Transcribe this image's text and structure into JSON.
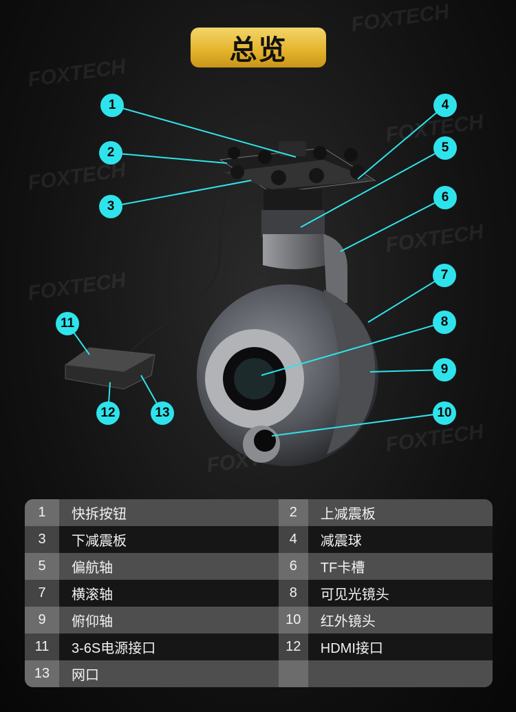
{
  "title": "总览",
  "watermark": "FOXTECH",
  "accent_color": "#2fe3ec",
  "callouts": [
    "1",
    "2",
    "3",
    "4",
    "5",
    "6",
    "7",
    "8",
    "9",
    "10",
    "11",
    "12",
    "13"
  ],
  "parts": [
    {
      "num": "1",
      "label": "快拆按钮"
    },
    {
      "num": "2",
      "label": "上减震板"
    },
    {
      "num": "3",
      "label": "下减震板"
    },
    {
      "num": "4",
      "label": "减震球"
    },
    {
      "num": "5",
      "label": "偏航轴"
    },
    {
      "num": "6",
      "label": "TF卡槽"
    },
    {
      "num": "7",
      "label": "横滚轴"
    },
    {
      "num": "8",
      "label": "可见光镜头"
    },
    {
      "num": "9",
      "label": "俯仰轴"
    },
    {
      "num": "10",
      "label": "红外镜头"
    },
    {
      "num": "11",
      "label": "3-6S电源接口"
    },
    {
      "num": "12",
      "label": "HDMI接口"
    },
    {
      "num": "13",
      "label": "网口"
    }
  ]
}
